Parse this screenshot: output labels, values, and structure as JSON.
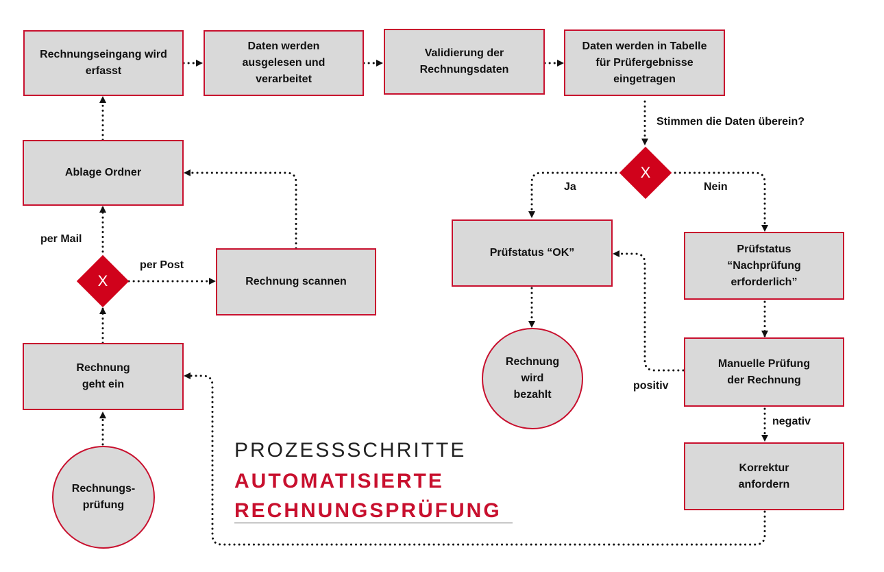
{
  "colors": {
    "accent": "#c8102e",
    "box_fill": "#d9d9d9",
    "gateway": "#d0021b",
    "line": "#111111"
  },
  "boxes": {
    "eingang_erfasst": "Rechnungseingang wird\nerfasst",
    "ausgelesen": "Daten werden\nausgelesen und\nverarbeitet",
    "validierung": "Validierung der\nRechnungsdaten",
    "tabelle": "Daten werden in Tabelle\nfür Prüfergebnisse\neingetragen",
    "ablage": "Ablage Ordner",
    "scannen": "Rechnung scannen",
    "geht_ein": "Rechnung\ngeht ein",
    "ok": "Prüfstatus “OK”",
    "nachpruefung": "Prüfstatus\n“Nachprüfung\nerforderlich”",
    "manuell": "Manuelle Prüfung\nder Rechnung",
    "korrektur": "Korrektur\nanfordern"
  },
  "circles": {
    "start": "Rechnungs-\nprüfung",
    "bezahlt": "Rechnung\nwird\nbezahlt"
  },
  "gateways": {
    "left": "X",
    "right": "X"
  },
  "labels": {
    "question": "Stimmen die Daten überein?",
    "ja": "Ja",
    "nein": "Nein",
    "per_mail": "per Mail",
    "per_post": "per Post",
    "positiv": "positiv",
    "negativ": "negativ"
  },
  "title": {
    "line1": "PROZESSSCHRITTE",
    "line2": "AUTOMATISIERTE",
    "line3": "RECHNUNGSPRÜFUNG"
  }
}
